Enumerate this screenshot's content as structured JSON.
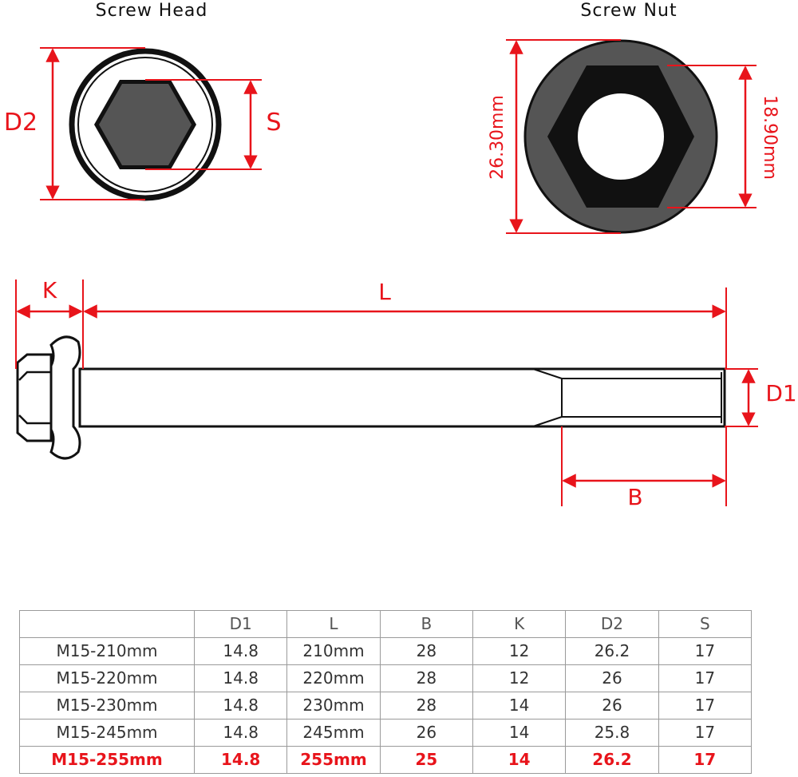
{
  "labels": {
    "screw_head": "Screw Head",
    "screw_nut": "Screw Nut",
    "d2": "D2",
    "s": "S",
    "nut_outer": "26.30mm",
    "nut_inner": "18.90mm",
    "k": "K",
    "l": "L",
    "d1": "D1",
    "b": "B"
  },
  "colors": {
    "dimension": "#e8141b",
    "outline": "#111111",
    "fill_dark": "#555555",
    "highlight_row": "#e8141b"
  },
  "table": {
    "headers": [
      "",
      "D1",
      "L",
      "B",
      "K",
      "D2",
      "S"
    ],
    "rows": [
      [
        "M15-210mm",
        "14.8",
        "210mm",
        "28",
        "12",
        "26.2",
        "17"
      ],
      [
        "M15-220mm",
        "14.8",
        "220mm",
        "28",
        "12",
        "26",
        "17"
      ],
      [
        "M15-230mm",
        "14.8",
        "230mm",
        "28",
        "14",
        "26",
        "17"
      ],
      [
        "M15-245mm",
        "14.8",
        "245mm",
        "26",
        "14",
        "25.8",
        "17"
      ],
      [
        "M15-255mm",
        "14.8",
        "255mm",
        "25",
        "14",
        "26.2",
        "17"
      ]
    ],
    "highlighted_row": 4
  }
}
